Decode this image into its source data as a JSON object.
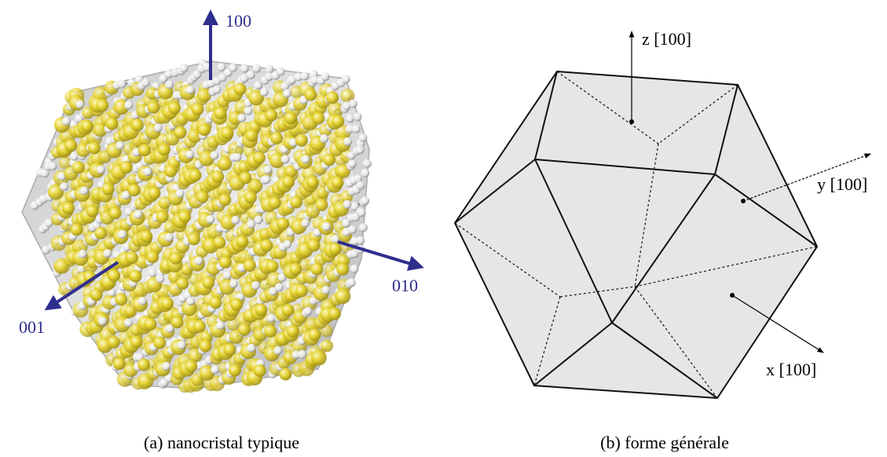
{
  "panel_a": {
    "caption": "(a) nanocristal typique",
    "axes": {
      "z_label": "100",
      "y_label": "010",
      "x_label": "001"
    },
    "colors": {
      "axis": "#2e2e8f",
      "silicon": "#e8d531",
      "hydrogen": "#f2f2f2",
      "shell": "#9a9a9a"
    }
  },
  "panel_b": {
    "caption": "(b) forme générale",
    "axes": {
      "z_label": "z [100]",
      "y_label": "y [100]",
      "x_label": "x [100]"
    },
    "colors": {
      "face_fill": "#e6e6e6",
      "edge": "#111111"
    }
  }
}
